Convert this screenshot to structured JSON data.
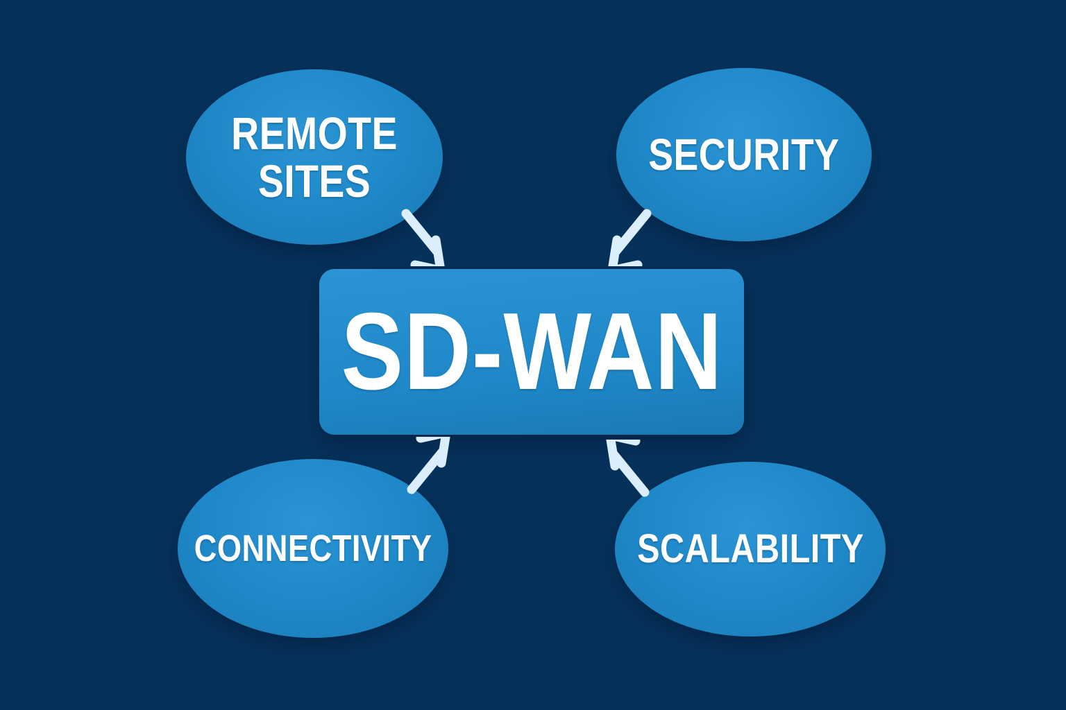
{
  "colors": {
    "background": "#06315a",
    "node-fill": "#1e87c7",
    "node-fill-light": "#2a94d4",
    "node-fill-dark": "#1a79b3",
    "arrow": "#dbeefb",
    "text": "#ffffff"
  },
  "center": {
    "label": "SD-WAN"
  },
  "satellites": [
    {
      "id": "remote-sites",
      "label": "REMOTE SITES"
    },
    {
      "id": "security",
      "label": "SECURITY"
    },
    {
      "id": "connectivity",
      "label": "CONNECTIVITY"
    },
    {
      "id": "scalability",
      "label": "SCALABILITY"
    }
  ],
  "arrows": [
    {
      "from": "remote-sites",
      "to": "sd-wan",
      "direction": "down-right"
    },
    {
      "from": "security",
      "to": "sd-wan",
      "direction": "down-left"
    },
    {
      "from": "connectivity",
      "to": "sd-wan",
      "direction": "up-right"
    },
    {
      "from": "scalability",
      "to": "sd-wan",
      "direction": "up-left"
    }
  ]
}
